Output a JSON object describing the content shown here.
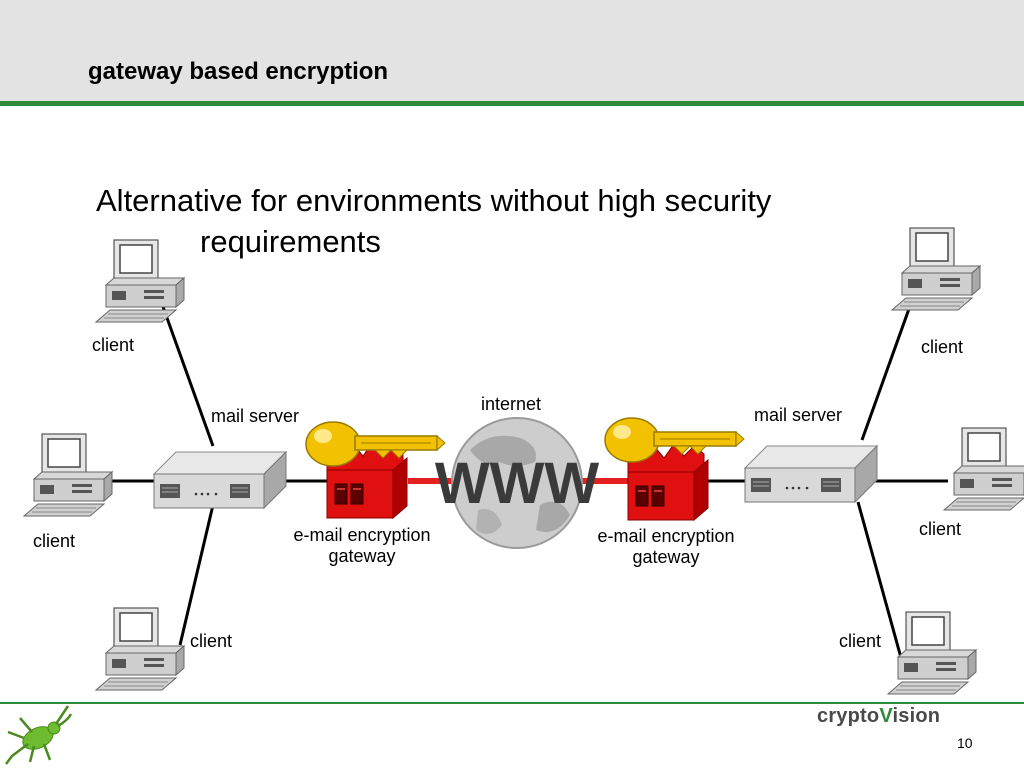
{
  "title": "gateway based encryption",
  "subtitle": {
    "line1": "Alternative for environments without high security",
    "line2": "requirements"
  },
  "labels": {
    "client_top_left": "client",
    "client_mid_left": "client",
    "client_bottom_left": "client",
    "client_top_right": "client",
    "client_mid_right": "client",
    "client_bottom_right": "client",
    "mail_server_left": "mail server",
    "mail_server_right": "mail server",
    "internet": "internet",
    "www": "WWW",
    "gateway_left_line1": "e-mail encryption",
    "gateway_left_line2": "gateway",
    "gateway_right_line1": "e-mail encryption",
    "gateway_right_line2": "gateway"
  },
  "footer": {
    "brand_part1": "crypto",
    "brand_v": "V",
    "brand_part2": "ision",
    "page_number": "10"
  },
  "colors": {
    "accent": "#2e8b3a",
    "header_bg": "#e3e3e3",
    "gateway_red": "#e01010",
    "key_yellow": "#f2c200",
    "link_red": "#e52020"
  }
}
